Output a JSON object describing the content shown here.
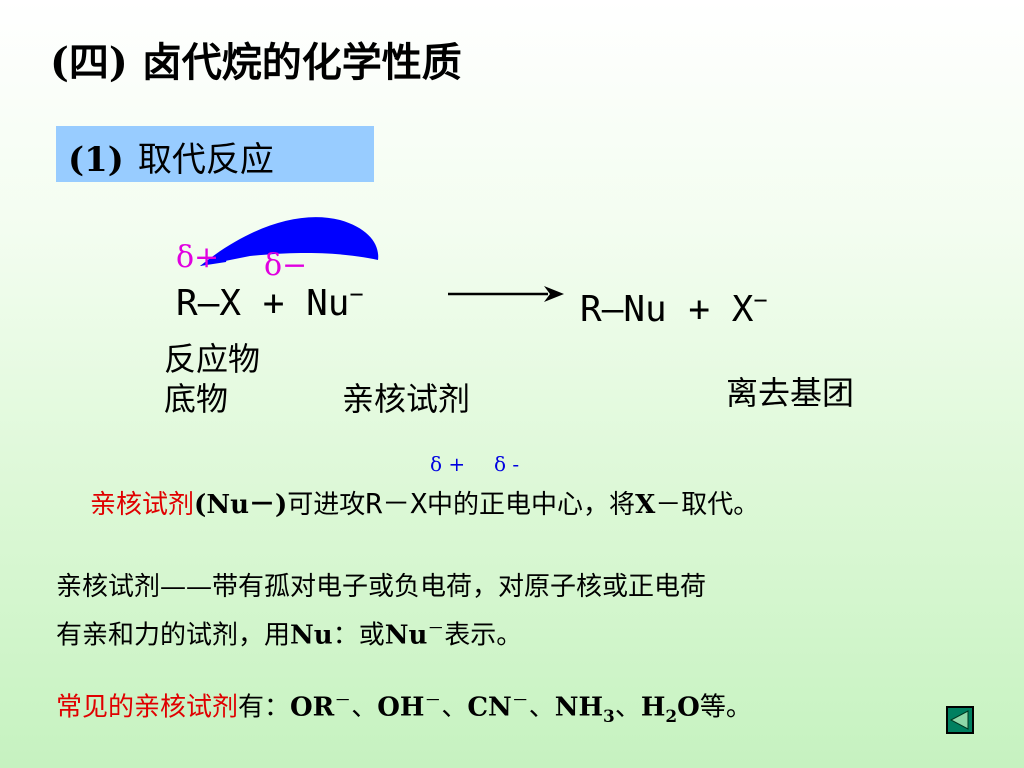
{
  "title": "(四) 卤代烷的化学性质",
  "section": {
    "number": "(1)",
    "label": "取代反应"
  },
  "reaction": {
    "delta_plus": "δ+",
    "delta_minus": "δ−",
    "left_R": "R",
    "bond1": "—",
    "left_X": "X",
    "plus1": "+",
    "nucleophile": "Nu",
    "neg": "−",
    "right_R": "R",
    "bond2": "—",
    "product_Nu": "Nu",
    "plus2": "+",
    "leaving_X": "X",
    "neg2": "−"
  },
  "labels": {
    "reactant": "反应物",
    "substrate": "底物",
    "nucleophile_reagent": "亲核试剂",
    "leaving_group": "离去基团"
  },
  "line1": {
    "prefix_red": "亲核试剂",
    "nu_part": "(Nu－)",
    "text_before": "可进攻",
    "dplus": "δ +",
    "dminus": "δ -",
    "R": "R",
    "bond": "－",
    "X": "X",
    "text_after": "中的正电中心，将",
    "X_bold": "X",
    "text_end": "－取代。"
  },
  "definition": {
    "line_a": "亲核试剂——带有孤对电子或负电荷，对原子核或正电荷",
    "line_b_start": "有亲和力的试剂，用",
    "nu1": "Nu",
    "colon_or": "：或",
    "nu2": "Nu",
    "minus": "－",
    "line_b_end": "表示。"
  },
  "common": {
    "prefix_red": "常见的亲核试剂",
    "have": "有：",
    "or": "OR",
    "oh": "OH",
    "cn": "CN",
    "nh": "NH",
    "nh_sub": "3",
    "h": "H",
    "h_sub": "2",
    "o": "O",
    "minus": "－",
    "sep": "、",
    "end": "等。"
  },
  "colors": {
    "delta": "#e000e0",
    "highlight": "#e00000",
    "arrow": "#0000ff",
    "section_bg": "#98ccff"
  },
  "icons": {
    "nav": "previous-slide-icon"
  }
}
